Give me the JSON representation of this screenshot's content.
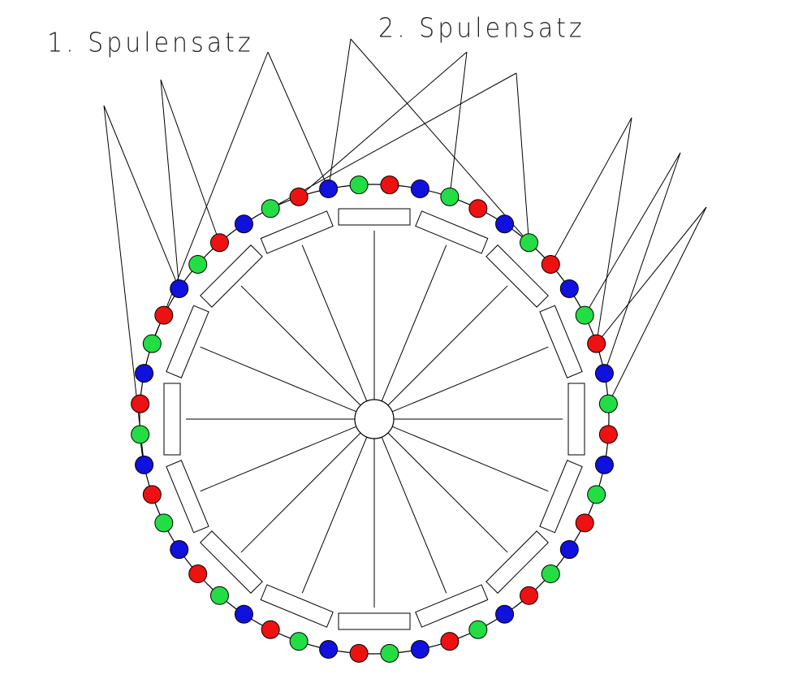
{
  "labels": {
    "coil_set_1": "1. Spulensatz",
    "coil_set_2": "2. Spulensatz"
  },
  "diagram": {
    "conductor_count": 48,
    "magnet_count": 16,
    "spoke_count": 16,
    "phase_sequence": [
      "green",
      "red",
      "blue"
    ],
    "colors": {
      "red": "#ee1111",
      "green": "#22dd44",
      "blue": "#1111dd",
      "line": "#000000"
    }
  }
}
